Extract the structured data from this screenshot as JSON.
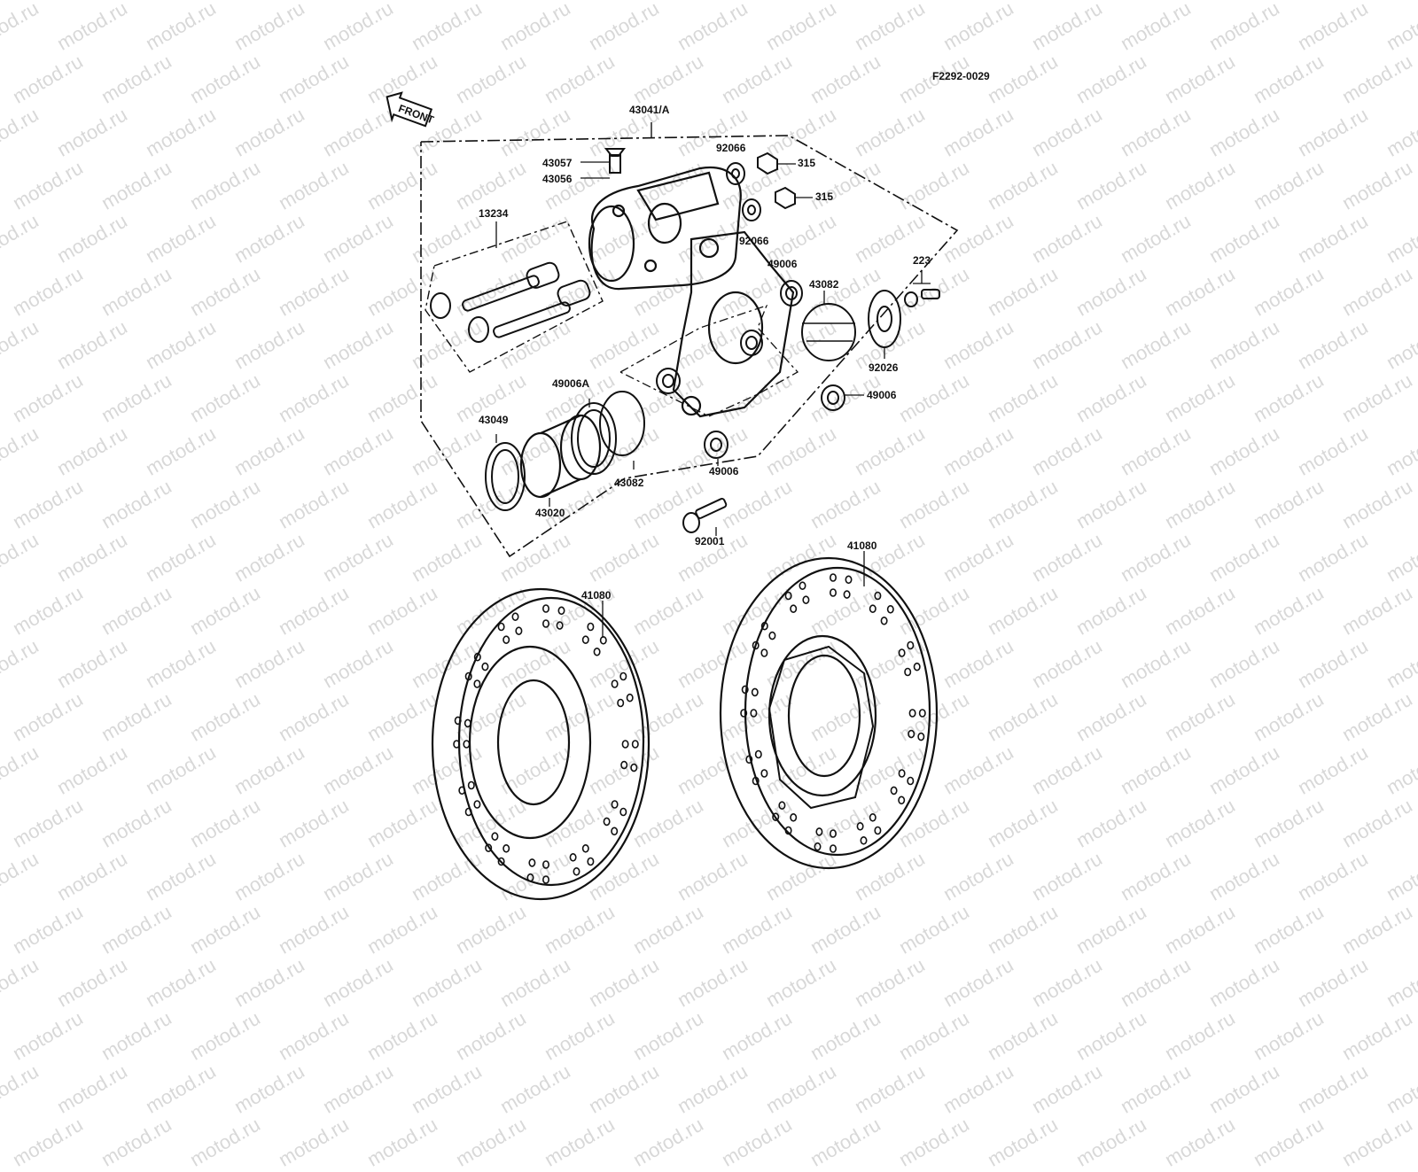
{
  "diagram_code": "F2292-0029",
  "front_label": "FRONT",
  "watermark_text": "motod.ru",
  "parts": {
    "caliper_assy": "43041/A",
    "bleed_cap": "43057",
    "bleed_valve": "43056",
    "pin_set": "13234",
    "washer_upper": "92066",
    "washer_lower": "92066",
    "nut_upper": "315",
    "nut_lower": "315",
    "screw_set": "223",
    "boot_upper": "49006",
    "pad_upper": "43082",
    "cap_right": "92026",
    "boot_right": "49006",
    "boot_bottom": "49006",
    "seal_a": "49006A",
    "seal_ring": "43049",
    "piston": "43020",
    "pad_lower": "43082",
    "bolt": "92001",
    "disc_left": "41080",
    "disc_right": "41080"
  },
  "colors": {
    "ink": "#111111",
    "watermark": "#b9b9b9",
    "background": "#ffffff"
  }
}
